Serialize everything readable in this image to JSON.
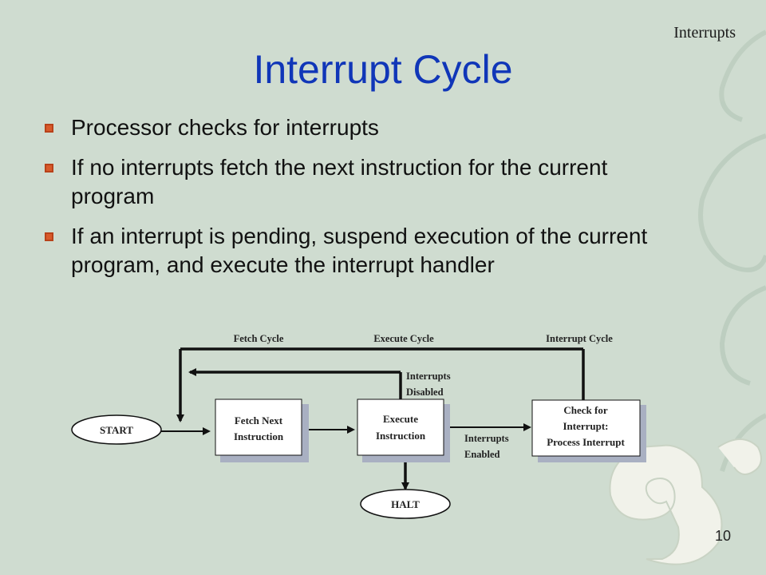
{
  "header_tag": "Interrupts",
  "title": "Interrupt Cycle",
  "bullets": [
    "Processor checks for interrupts",
    "If no interrupts fetch the next instruction for the current program",
    "If an interrupt is pending, suspend execution of the current program, and execute the interrupt handler"
  ],
  "diagram": {
    "cycle_labels": {
      "fetch": "Fetch Cycle",
      "execute": "Execute Cycle",
      "interrupt": "Interrupt Cycle"
    },
    "start": "START",
    "halt": "HALT",
    "fetch_box": [
      "Fetch Next",
      "Instruction"
    ],
    "execute_box": [
      "Execute",
      "Instruction"
    ],
    "check_box": [
      "Check for",
      "Interrupt:",
      "Process Interrupt"
    ],
    "interrupts_disabled": [
      "Interrupts",
      "Disabled"
    ],
    "interrupts_enabled": [
      "Interrupts",
      "Enabled"
    ]
  },
  "page_number": "10",
  "colors": {
    "background": "#cfdcd0",
    "title": "#1036b8",
    "bullet": "#d85a2a",
    "box_fill": "#ffffff",
    "box_shadow": "#a9b0c2"
  }
}
